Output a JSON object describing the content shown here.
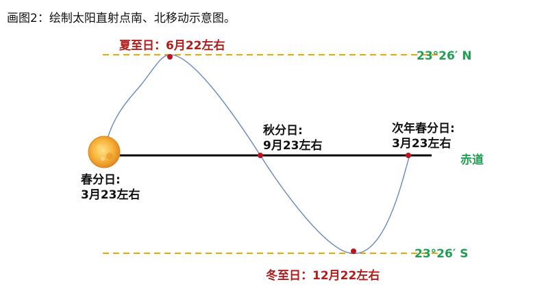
{
  "title": "画图2：绘制太阳直射点南、北移动示意图。",
  "labels": {
    "summer_solstice": "夏至日：6月22左右",
    "winter_solstice": "冬至日：12月22左右",
    "north_tropic": "23°26′ N",
    "south_tropic": "23°26′ S",
    "equator": "赤道",
    "spring_equinox_line1": "春分日:",
    "spring_equinox_line2": "3月23左右",
    "autumn_equinox_line1": "秋分日:",
    "autumn_equinox_line2": "9月23左右",
    "next_spring_line1": "次年春分日:",
    "next_spring_line2": "3月23左右"
  },
  "colors": {
    "red_text": "#b31b1b",
    "green_text": "#1f9e52",
    "dashed_line": "#f0a800",
    "curve": "#6f8fbe",
    "point": "#c0121c",
    "sun": "#f2a12a"
  }
}
